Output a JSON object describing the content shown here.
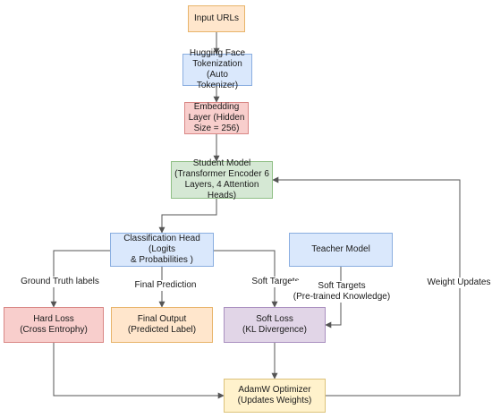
{
  "nodes": {
    "input_urls": {
      "text": "Input URLs",
      "fill": "#ffe6cc",
      "stroke": "#e8b46a"
    },
    "tokenization": {
      "text": "Hugging Face\nTokenization\n(Auto Tokenizer)",
      "fill": "#dae8fc",
      "stroke": "#8aaee0"
    },
    "embedding": {
      "text": "Embedding\nLayer (Hidden\nSize = 256)",
      "fill": "#f8cecc",
      "stroke": "#d98785"
    },
    "student_model": {
      "text": "Student Model\n(Transformer Encoder 6\nLayers, 4 Attention Heads)",
      "fill": "#d5e8d4",
      "stroke": "#8fbf85"
    },
    "classification_head": {
      "text": "Classification Head (Logits\n& Probabilities )",
      "fill": "#dae8fc",
      "stroke": "#8aaee0"
    },
    "teacher_model": {
      "text": "Teacher Model",
      "fill": "#dae8fc",
      "stroke": "#8aaee0"
    },
    "hard_loss": {
      "text": "Hard Loss\n(Cross Entrophy)",
      "fill": "#f8cecc",
      "stroke": "#d98785"
    },
    "final_output": {
      "text": "Final Output\n(Predicted Label)",
      "fill": "#ffe6cc",
      "stroke": "#e8b46a"
    },
    "soft_loss": {
      "text": "Soft Loss\n(KL Divergence)",
      "fill": "#e1d5e7",
      "stroke": "#a98fbf"
    },
    "optimizer": {
      "text": "AdamW Optimizer\n(Updates Weights)",
      "fill": "#fff2cc",
      "stroke": "#dcc27a"
    }
  },
  "edge_labels": {
    "ground_truth": "Ground Truth labels",
    "final_prediction": "Final Prediction",
    "soft_targets_student": "Soft Targets",
    "soft_targets_teacher": "Soft Targets\n(Pre-trained Knowledge)",
    "weight_updates": "Weight Updates"
  },
  "colors": {
    "edge": "#555555"
  }
}
